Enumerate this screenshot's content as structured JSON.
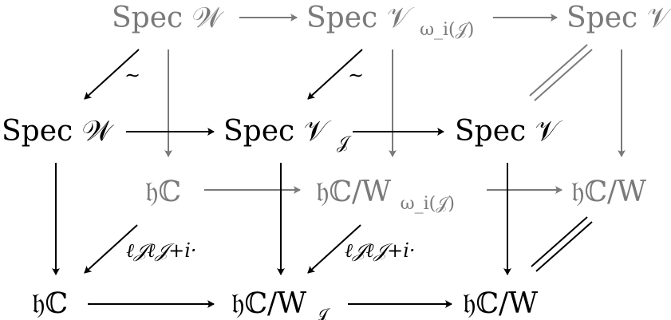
{
  "nodes": {
    "back_top_1": "Spec 𝒲",
    "back_top_2_main": "Spec 𝒱",
    "back_top_2_sub": "ω_i(𝒥)",
    "back_top_3": "Spec 𝒱",
    "front_mid_1": "Spec 𝒲",
    "front_mid_2_main": "Spec 𝒱",
    "front_mid_2_sub": "𝒥",
    "front_mid_3": "Spec 𝒱",
    "back_low_1": "𝔥ℂ",
    "back_low_2_main": "𝔥ℂ/W",
    "back_low_2_sub": "ω_i(𝒥)",
    "back_low_3": "𝔥ℂ/W",
    "front_bot_1": "𝔥ℂ",
    "front_bot_2_main": "𝔥ℂ/W",
    "front_bot_2_sub": "𝒥",
    "front_bot_3": "𝔥ℂ/W"
  },
  "labels": {
    "tilde_1": "∼",
    "tilde_2": "∼",
    "ell_1": "ℓ𝒥ℓ𝒥+i·",
    "ell_2": "ℓ𝒥ℓ𝒥+i·"
  }
}
